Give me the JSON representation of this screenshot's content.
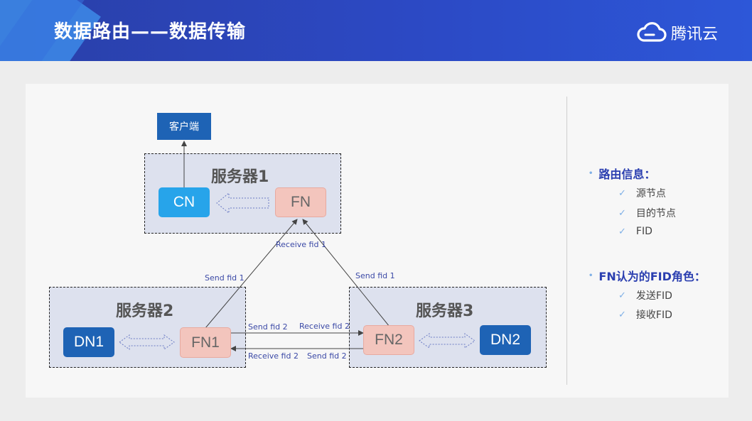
{
  "header": {
    "title": "数据路由——数据传输",
    "brand": "腾讯云"
  },
  "diagram": {
    "client": "客户端",
    "servers": [
      {
        "title": "服务器1",
        "nodes": [
          "CN",
          "FN"
        ]
      },
      {
        "title": "服务器2",
        "nodes": [
          "DN1",
          "FN1"
        ]
      },
      {
        "title": "服务器3",
        "nodes": [
          "FN2",
          "DN2"
        ]
      }
    ],
    "labels": {
      "receive_fid_1": "Receive fid 1",
      "send_fid_1_left": "Send fid 1",
      "send_fid_1_right": "Send fid 1",
      "send_fid_2_top": "Send fid 2",
      "receive_fid_2_top": "Receive fid 2",
      "receive_fid_2_bottom": "Receive fid 2",
      "send_fid_2_bottom": "Send fid 2"
    }
  },
  "info": {
    "sections": [
      {
        "heading": "路由信息：",
        "items": [
          "源节点",
          "目的节点",
          "FID"
        ]
      },
      {
        "heading": "FN认为的FID角色：",
        "items": [
          "发送FID",
          "接收FID"
        ]
      }
    ]
  },
  "colors": {
    "header_blue": "#2c49c4",
    "node_light_blue": "#27a4ea",
    "node_dark_blue": "#1e63b5",
    "node_pink": "#f3c5bd",
    "server_fill": "#dde1ee",
    "label_blue": "#3b49a6"
  }
}
